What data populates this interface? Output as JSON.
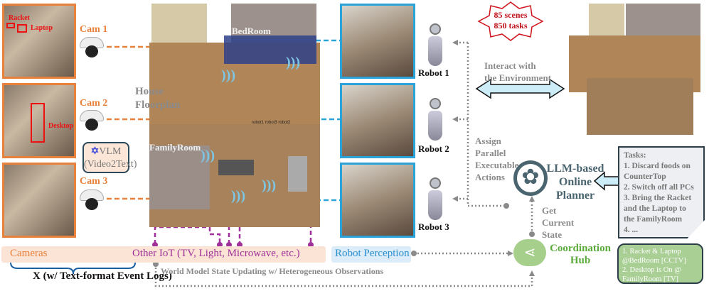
{
  "cameras": [
    {
      "label": "Cam 1",
      "annotations": [
        "Racket",
        "Laptop"
      ]
    },
    {
      "label": "Cam 2",
      "annotations": [
        "Desktop"
      ]
    },
    {
      "label": "Cam 3",
      "annotations": []
    }
  ],
  "vlm": {
    "title": "VLM",
    "subtitle": "(Video2Text)"
  },
  "floorplan": {
    "title_line1": "House",
    "title_line2": "Floorplan",
    "rooms": [
      "BedRoom",
      "FamilyRoom"
    ],
    "robot_tags": [
      "robot1",
      "robot2",
      "robot3"
    ]
  },
  "robots": [
    "Robot 1",
    "Robot 2",
    "Robot 3"
  ],
  "badge": {
    "line1": "85 scenes",
    "line2": "850 tasks"
  },
  "interact": {
    "line1": "Interact with",
    "line2": "the Environment"
  },
  "assign": [
    "Assign",
    "Parallel",
    "Executable",
    "Actions"
  ],
  "planner": {
    "line1": "LLM-based",
    "line2": "Online",
    "line3": "Planner"
  },
  "get_state": [
    "Get",
    "Current",
    "State"
  ],
  "tasks": {
    "title": "Tasks:",
    "items": [
      "1. Discard foods on CounterTop",
      "2. Switch off all PCs",
      "3. Bring the Racket and the Laptop to the FamilyRoom",
      "4. ..."
    ]
  },
  "hub": {
    "line1": "Coordination",
    "line2": "Hub"
  },
  "observations": [
    "1. Racket & Laptop @BedRoom [CCTV]",
    "2. Desktop is On @ FamilyRoom [TV]"
  ],
  "bottom": {
    "cameras": "Cameras",
    "iot": "Other IoT (TV, Light, Microwave, etc.)",
    "robot_perception": "Robot Perception",
    "x_label": "X (w/ Text-format Event Logs)",
    "world_model": "World Model State Updating w/ Heterogeneous Observations"
  },
  "colors": {
    "camera": "#e8813a",
    "iot": "#a0309a",
    "robot": "#2aa3d8",
    "hub": "#5aab3c",
    "planner": "#4a6570",
    "gray": "#8a8a8a"
  }
}
